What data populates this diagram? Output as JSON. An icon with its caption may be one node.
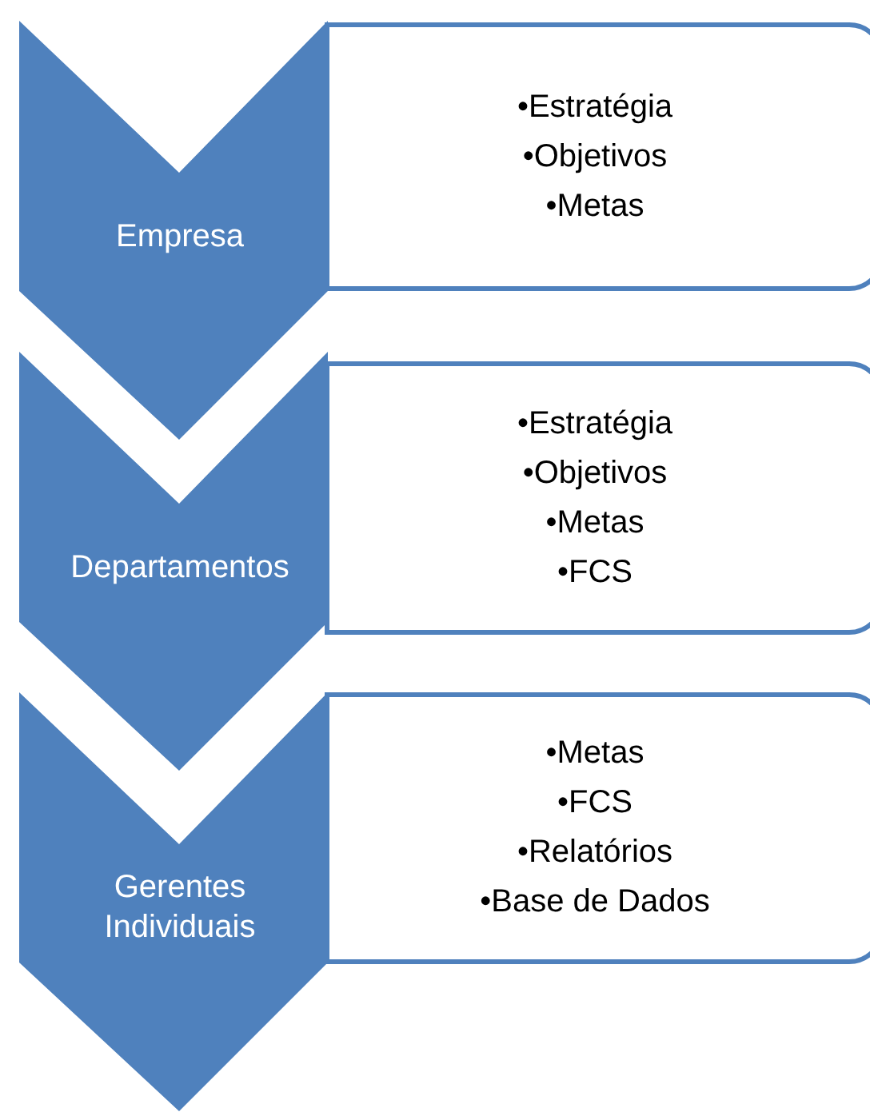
{
  "diagram": {
    "nodes": [
      {
        "text": [
          "Empresa"
        ]
      },
      {
        "text": [
          "•Estratégia",
          "•Objetivos",
          "•Metas"
        ]
      },
      {
        "text": [
          "Departamentos"
        ]
      },
      {
        "text": [
          "•Estratégia",
          "•Objetivos",
          "•Metas",
          "•FCS"
        ]
      },
      {
        "text": [
          "Gerentes Individuais"
        ]
      },
      {
        "text": [
          "•Metas",
          "•FCS",
          "•Relatórios",
          "•Base de Dados"
        ]
      }
    ]
  }
}
